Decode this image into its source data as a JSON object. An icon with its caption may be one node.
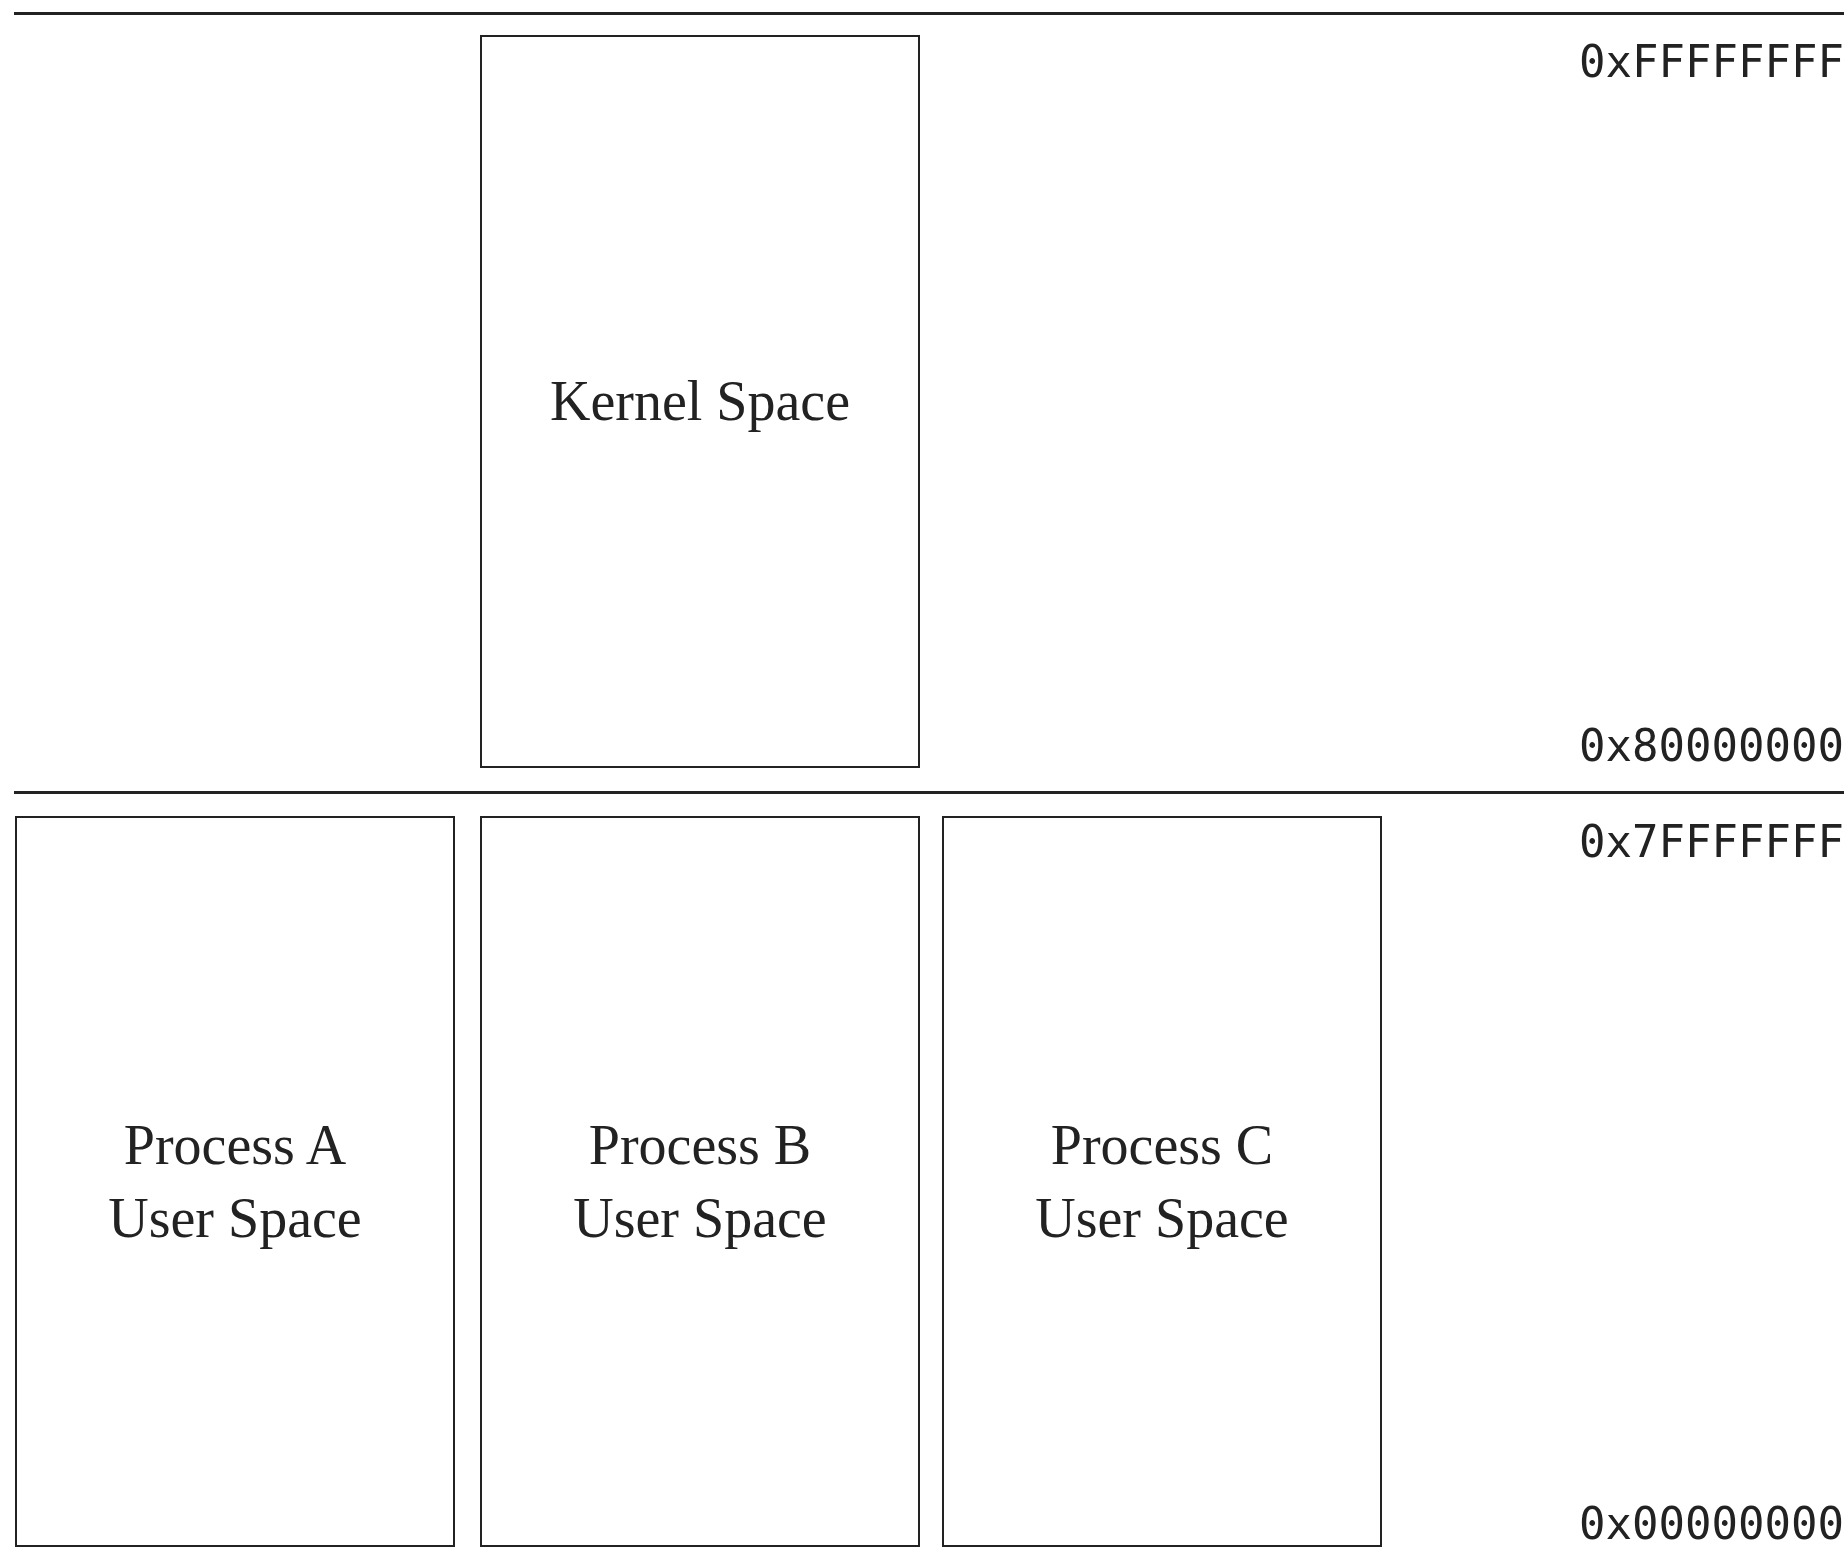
{
  "diagram": {
    "nodes": [
      {
        "text": [
          "Kernel Space"
        ]
      },
      {
        "text": [
          "Process A User Space"
        ]
      },
      {
        "text": [
          "Process B User Space"
        ]
      },
      {
        "text": [
          "Process C User Space"
        ]
      }
    ],
    "labels": [
      "0xFFFFFFFF",
      "0x80000000",
      "0x7FFFFFFF",
      "0x00000000"
    ]
  }
}
